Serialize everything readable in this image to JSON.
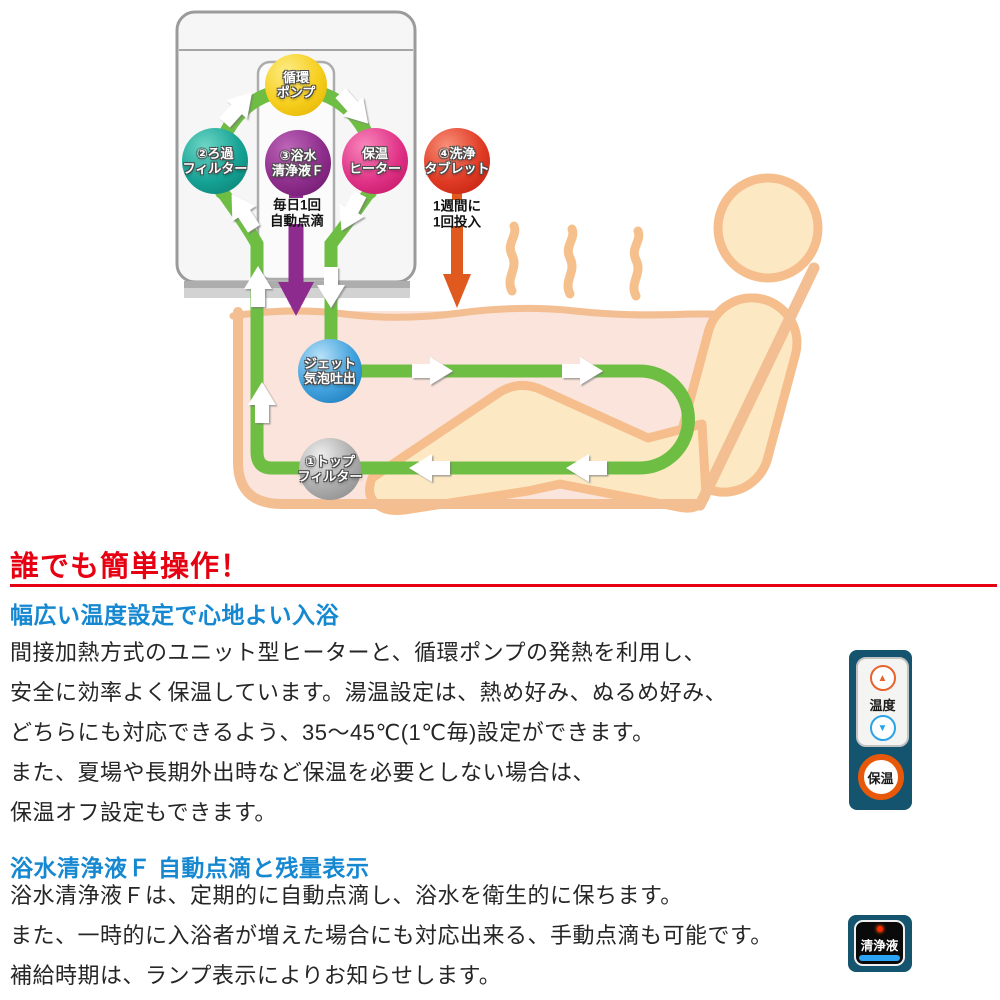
{
  "diagram": {
    "nodes": {
      "pump": {
        "line1": "循環",
        "line2": "ポンプ"
      },
      "filter": {
        "line1": "②ろ過",
        "line2": "フィルター"
      },
      "liquid": {
        "line1": "③浴水",
        "line2": "清浄液Ｆ"
      },
      "heater": {
        "line1": "保温",
        "line2": "ヒーター"
      },
      "tablet": {
        "line1": "④洗浄",
        "line2": "タブレット"
      },
      "jet": {
        "line1": "ジェット",
        "line2": "気泡吐出"
      },
      "top_filter": {
        "line1": "①トップ",
        "line2": "フィルター"
      }
    },
    "notes": {
      "daily": {
        "line1": "毎日1回",
        "line2": "自動点滴"
      },
      "weekly": {
        "line1": "1週間に",
        "line2": "1回投入"
      }
    }
  },
  "sections": {
    "main_heading": "誰でも簡単操作！",
    "temp": {
      "heading": "幅広い温度設定で心地よい入浴",
      "lines": [
        "間接加熱方式のユニット型ヒーターと、循環ポンプの発熱を利用し、",
        "安全に効率よく保温しています。湯温設定は、熱め好み、ぬるめ好み、",
        "どちらにも対応できるよう、35～45℃(1℃毎)設定ができます。",
        "また、夏場や長期外出時など保温を必要としない場合は、",
        "保温オフ設定もできます。"
      ]
    },
    "liquid": {
      "heading": "浴水清浄液Ｆ 自動点滴と残量表示",
      "lines": [
        "浴水清浄液Ｆは、定期的に自動点滴し、浴水を衛生的に保ちます。",
        "また、一時的に入浴者が増えた場合にも対応出来る、手動点滴も可能です。",
        "補給時期は、ランプ表示によりお知らせします。"
      ]
    }
  },
  "panels": {
    "temp_panel": {
      "label": "温度",
      "up_icon": "▲",
      "down_icon": "▼",
      "keep_warm_label": "保温"
    },
    "liquid_panel": {
      "label": "清浄液"
    }
  },
  "colors": {
    "heading_red": "#e60012",
    "heading_blue": "#1588d1",
    "pipe_green": "#6fbe44",
    "tub_outline": "#f2be92",
    "tub_fill": "#fae4db",
    "skin_fill": "#fce9c4",
    "purple_arrow": "#8e2b8e",
    "orange_arrow": "#e05a20",
    "panel_navy": "#15546e",
    "pump_yellow": "#f6ce1c",
    "filter_teal": "#15a294",
    "liquid_purple": "#8e2e8c",
    "heater_pink": "#e03286",
    "tablet_red": "#e03a24",
    "jet_blue": "#3fa0dc",
    "top_filter_gray": "#ababab"
  }
}
